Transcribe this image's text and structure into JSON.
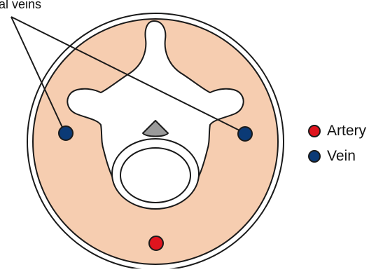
{
  "diagram": {
    "label_text": "al veins",
    "colors": {
      "tissue": "#f6cdb0",
      "outline": "#1a1a1a",
      "bone": "#ffffff",
      "wedge": "#9a9a9a",
      "artery": "#e0141e",
      "vein": "#0b3a76"
    }
  },
  "legend": {
    "items": [
      {
        "label": "Artery",
        "color": "#e0141e"
      },
      {
        "label": "Vein",
        "color": "#0b3a76"
      }
    ]
  }
}
